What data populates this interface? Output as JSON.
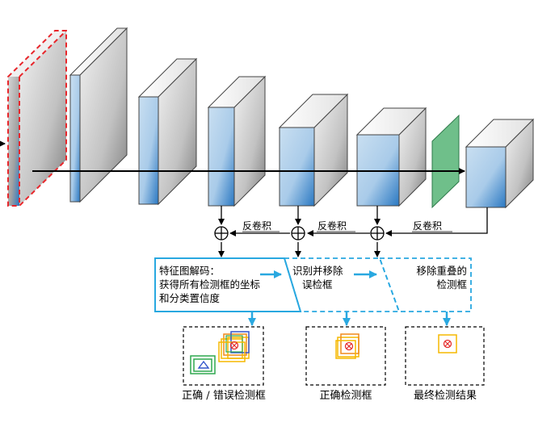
{
  "operations": {
    "deconv_1": "反卷积",
    "deconv_2": "反卷积",
    "deconv_3": "反卷积"
  },
  "stages": {
    "decode_line1": "特征图解码：",
    "decode_line2": "获得所有检测框的坐标",
    "decode_line3": "和分类置信度",
    "remove_false_line1": "识别并移除",
    "remove_false_line2": "误检框",
    "remove_overlap_line1": "移除重叠的",
    "remove_overlap_line2": "检测框"
  },
  "results": {
    "all_boxes": "正确 / 错误检测框",
    "correct_boxes": "正确检测框",
    "final_result": "最终检测结果"
  },
  "colors": {
    "flow_arrow": "#29a8e0",
    "stage_border": "#29a8e0",
    "input_border": "#e8262b",
    "green_layer": "#6fbf8a",
    "box_yellow": "#f5b800",
    "box_orange": "#f08a1c",
    "box_green": "#2fa84f",
    "box_blue": "#3355cc",
    "target_red": "#e52d2d"
  }
}
